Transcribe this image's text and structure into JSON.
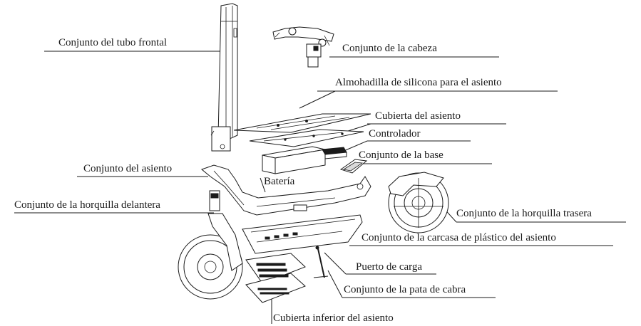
{
  "diagram": {
    "labels": {
      "tubo_frontal": "Conjunto del tubo  frontal",
      "cabeza": "Conjunto de la cabeza",
      "almohadilla": "Almohadilla de silicona para el asiento",
      "cubierta_asiento": "Cubierta del asiento",
      "controlador": "Controlador",
      "base": "Conjunto de la base",
      "asiento": "Conjunto del asiento",
      "bateria": "Batería",
      "horquilla_delantera": "Conjunto de la horquilla delantera",
      "horquilla_trasera": "Conjunto de la horquilla trasera",
      "carcasa": "Conjunto de la carcasa de plástico del asiento",
      "puerto_carga": "Puerto de carga",
      "pata_cabra": "Conjunto de la  pata de cabra",
      "cubierta_inferior": "Cubierta inferior del asiento"
    }
  }
}
